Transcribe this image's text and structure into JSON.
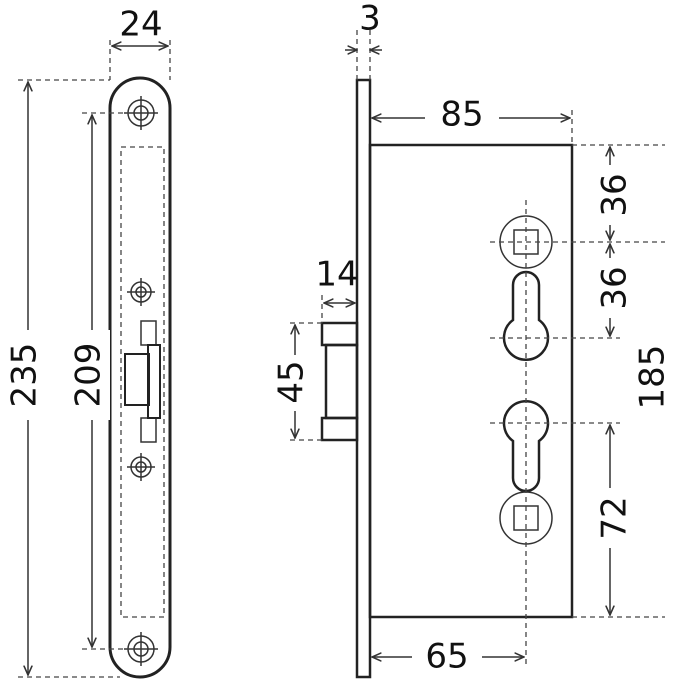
{
  "dimensions": {
    "faceplate_width": "24",
    "faceplate_height": "235",
    "screw_spacing": "209",
    "faceplate_thickness": "3",
    "case_depth": "85",
    "latch_projection": "14",
    "latch_height": "45",
    "top_to_spindle": "36",
    "spindle_to_keyhole": "36",
    "case_height": "185",
    "cylinder_to_bottom": "72",
    "backset": "65"
  }
}
